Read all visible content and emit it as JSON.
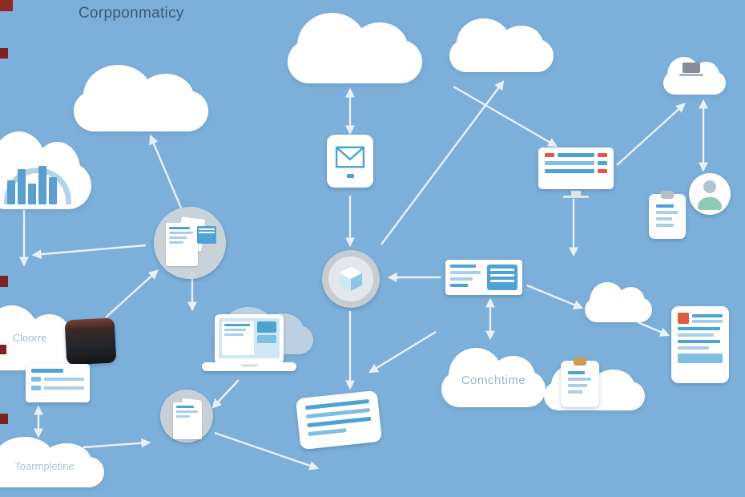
{
  "title": "Corpponmaticy",
  "labels": {
    "cloud_mid_left": "Cloorre",
    "cloud_center_bottom": "Comchtime",
    "cloud_bottom_left": "Toarmpletine"
  },
  "colors": {
    "background": "#7cafd9",
    "cloud": "#ffffff",
    "cloud_gray": "#bdd1e3",
    "icon_blue": "#4da3d4",
    "icon_blue_light": "#a8cfe8",
    "icon_red": "#e25555",
    "icon_orange_clip": "#d09a52",
    "arrow": "#edf5fb",
    "title_text": "#3b5a75",
    "cloud_label_text": "#9fb9cb",
    "edge_marker": "#7e2222",
    "circle_gray": "#c6cdd2",
    "dark_device": "#26272b",
    "chart_bar": "#5b9fce",
    "chart_arch": "#a9d0e9",
    "teal_accent": "#8fc9b8"
  },
  "icons": {
    "envelope-icon": "blue outlined envelope in white rounded tile",
    "browser-window-icon": "white window with red and blue text lines and stand",
    "documents-circle-icon": "white pages with blue lines in translucent gray circle",
    "cube-circle-icon": "3d box in layered gray circle",
    "record-card-icon": "white card with blue lines plus blue mini panel",
    "clipboard-icon": "white clipboard with gray clip and blue lines",
    "clipboard-orange-icon": "white clipboard with orange clip and blue lines",
    "person-circle-icon": "person avatar in white circle with teal body",
    "dark-monitor-icon": "dark rounded screen with brown top edge",
    "form-panel-icon": "white form panel with blue rows",
    "laptop-icon": "laptop with light blue screen content",
    "tablet-icon": "tilted white tablet with blue text lines",
    "tablet-news-icon": "white tablet with red block and blue lines",
    "document-circle-icon": "white page with blue lines in gray circle",
    "bar-chart-icon": "blue bar chart with light blue arch inside cloud",
    "mini-laptop-icon": "small gray laptop inside cloud"
  }
}
